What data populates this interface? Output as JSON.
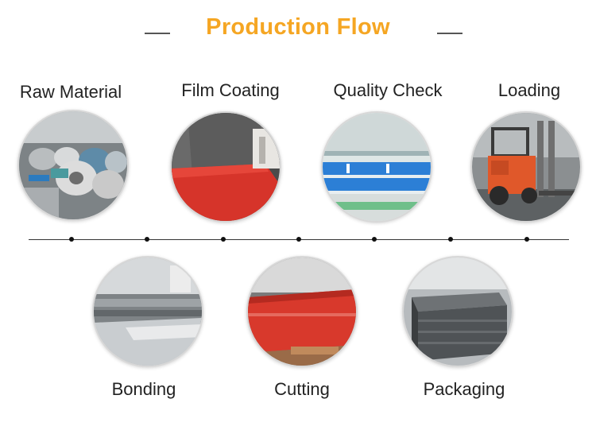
{
  "title": "Production Flow",
  "colors": {
    "title": "#f5a623",
    "line": "#333333"
  },
  "steps": {
    "raw_material": {
      "label": "Raw Material",
      "image": "stacked-metal-coils-photo"
    },
    "film_coating": {
      "label": "Film Coating",
      "image": "red-film-coating-roller-photo"
    },
    "quality_check": {
      "label": "Quality Check",
      "image": "blue-inspection-line-photo"
    },
    "loading": {
      "label": "Loading",
      "image": "orange-forklift-photo"
    },
    "bonding": {
      "label": "Bonding",
      "image": "bonding-press-machine-photo"
    },
    "cutting": {
      "label": "Cutting",
      "image": "red-panel-cutting-photo"
    },
    "packaging": {
      "label": "Packaging",
      "image": "stacked-panels-photo"
    }
  }
}
